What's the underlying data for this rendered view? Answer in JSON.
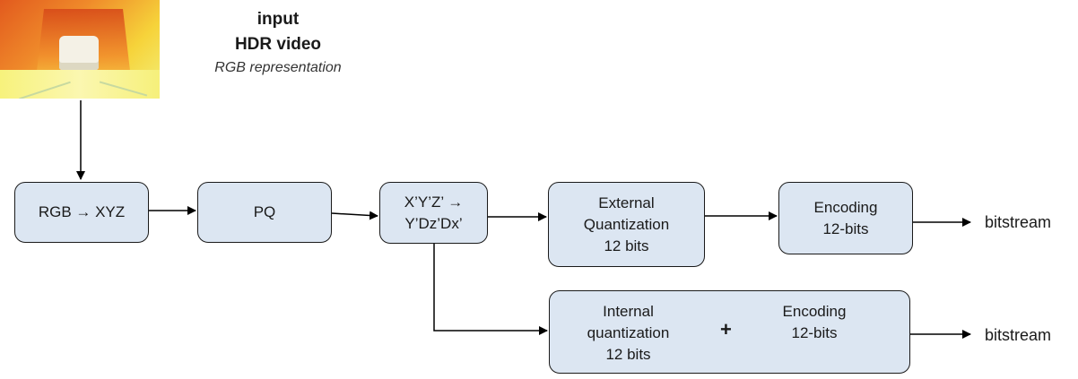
{
  "header": {
    "line1": "input",
    "line2": "HDR video",
    "line3": "RGB representation"
  },
  "blocks": {
    "rgb_xyz": "RGB → XYZ",
    "pq": "PQ",
    "convert": {
      "line1": "X’Y’Z’ →",
      "line2": "Y’Dz’Dx’"
    },
    "external": {
      "line1": "External",
      "line2": "Quantization",
      "line3": "12 bits"
    },
    "encoding_top": {
      "line1": "Encoding",
      "line2": "12-bits"
    },
    "bottom_left": {
      "line1": "Internal",
      "line2": "quantization",
      "line3": "12 bits"
    },
    "plus": "+",
    "bottom_right": {
      "line1": "Encoding",
      "line2": "12-bits"
    }
  },
  "outputs": {
    "top": "bitstream",
    "bottom": "bitstream"
  }
}
